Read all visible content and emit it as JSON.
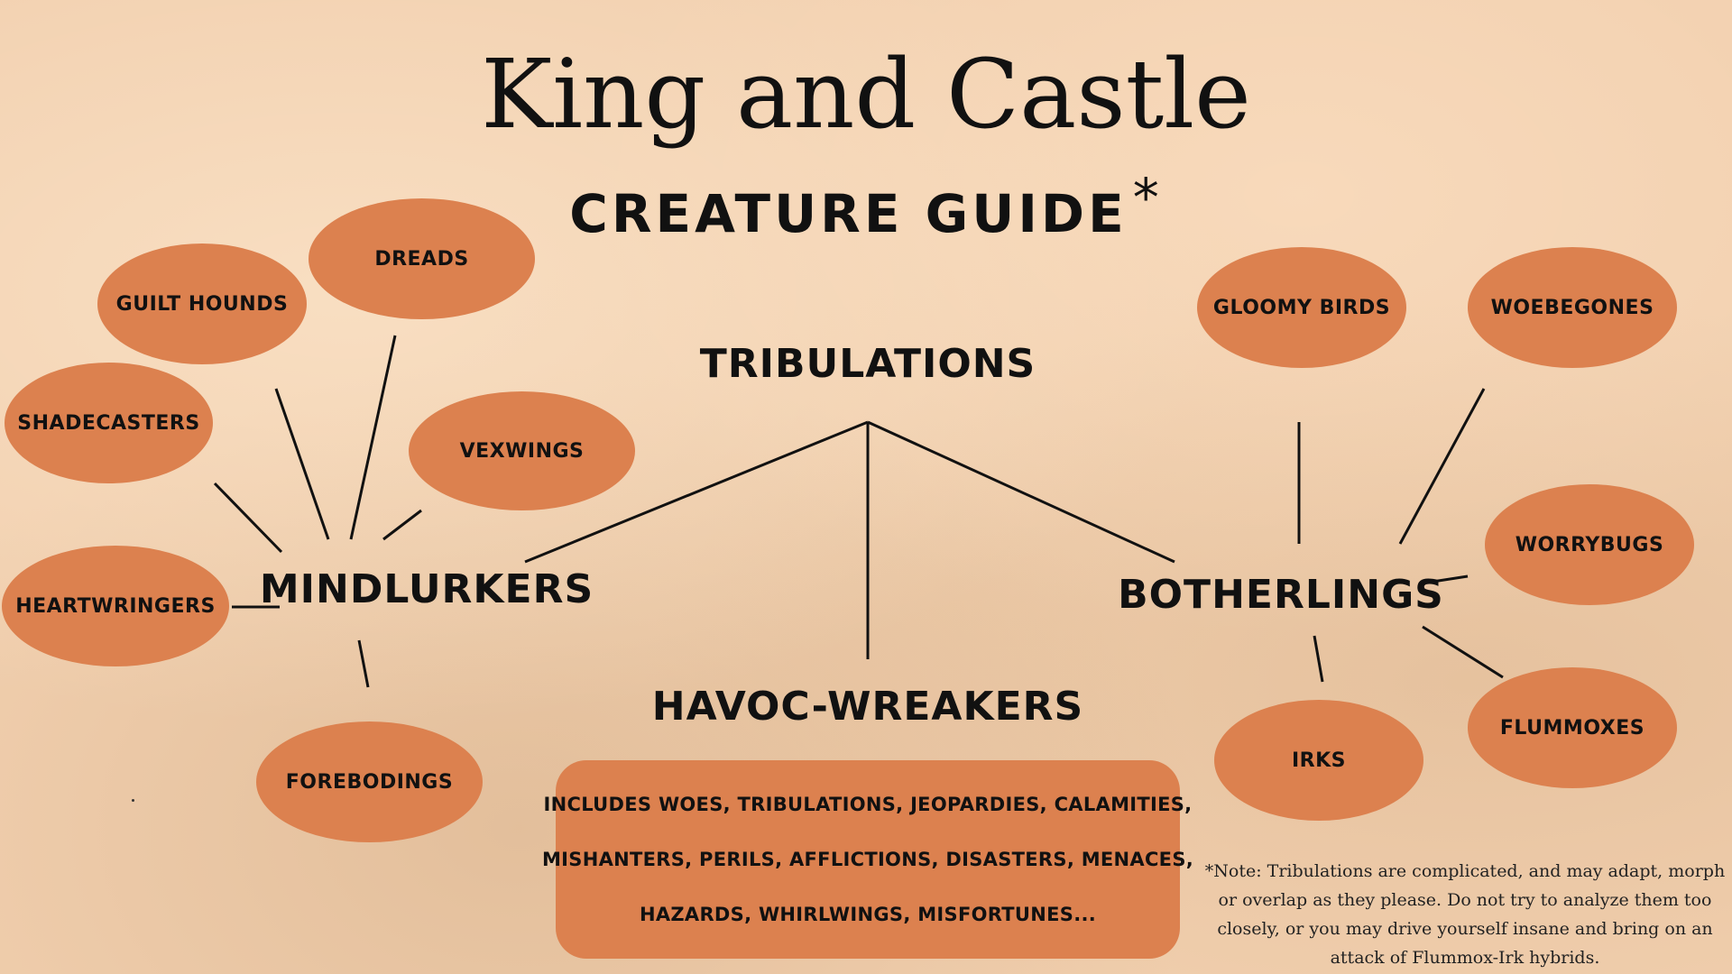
{
  "title": "King and Castle",
  "subtitle": "CREATURE GUIDE",
  "subtitle_mark": "*",
  "root": "TRIBULATIONS",
  "branches": {
    "mindlurkers": {
      "label": "MINDLURKERS",
      "children": [
        "DREADS",
        "GUILT HOUNDS",
        "SHADECASTERS",
        "VEXWINGS",
        "HEARTWRINGERS",
        "FOREBODINGS"
      ]
    },
    "botherlings": {
      "label": "BOTHERLINGS",
      "children": [
        "GLOOMY BIRDS",
        "WOEBEGONES",
        "WORRYBUGS",
        "FLUMMOXES",
        "IRKS"
      ]
    },
    "havoc": {
      "label": "HAVOC-WREAKERS",
      "includes_lines": [
        "INCLUDES WOES, TRIBULATIONS, JEOPARDIES, CALAMITIES,",
        "MISHANTERS, PERILS, AFFLICTIONS, DISASTERS, MENACES,",
        "HAZARDS, WHIRLWINGS, MISFORTUNES..."
      ]
    }
  },
  "note_lines": [
    "*Note: Tribulations are complicated, and may adapt, morph",
    "or overlap as they please. Do not try to analyze them too",
    "closely, or you may drive yourself insane and bring on an",
    "attack of Flummox-Irk hybrids."
  ],
  "colors": {
    "background": "#f1cfae",
    "bubble": "#dc814f",
    "ink": "#111111"
  }
}
